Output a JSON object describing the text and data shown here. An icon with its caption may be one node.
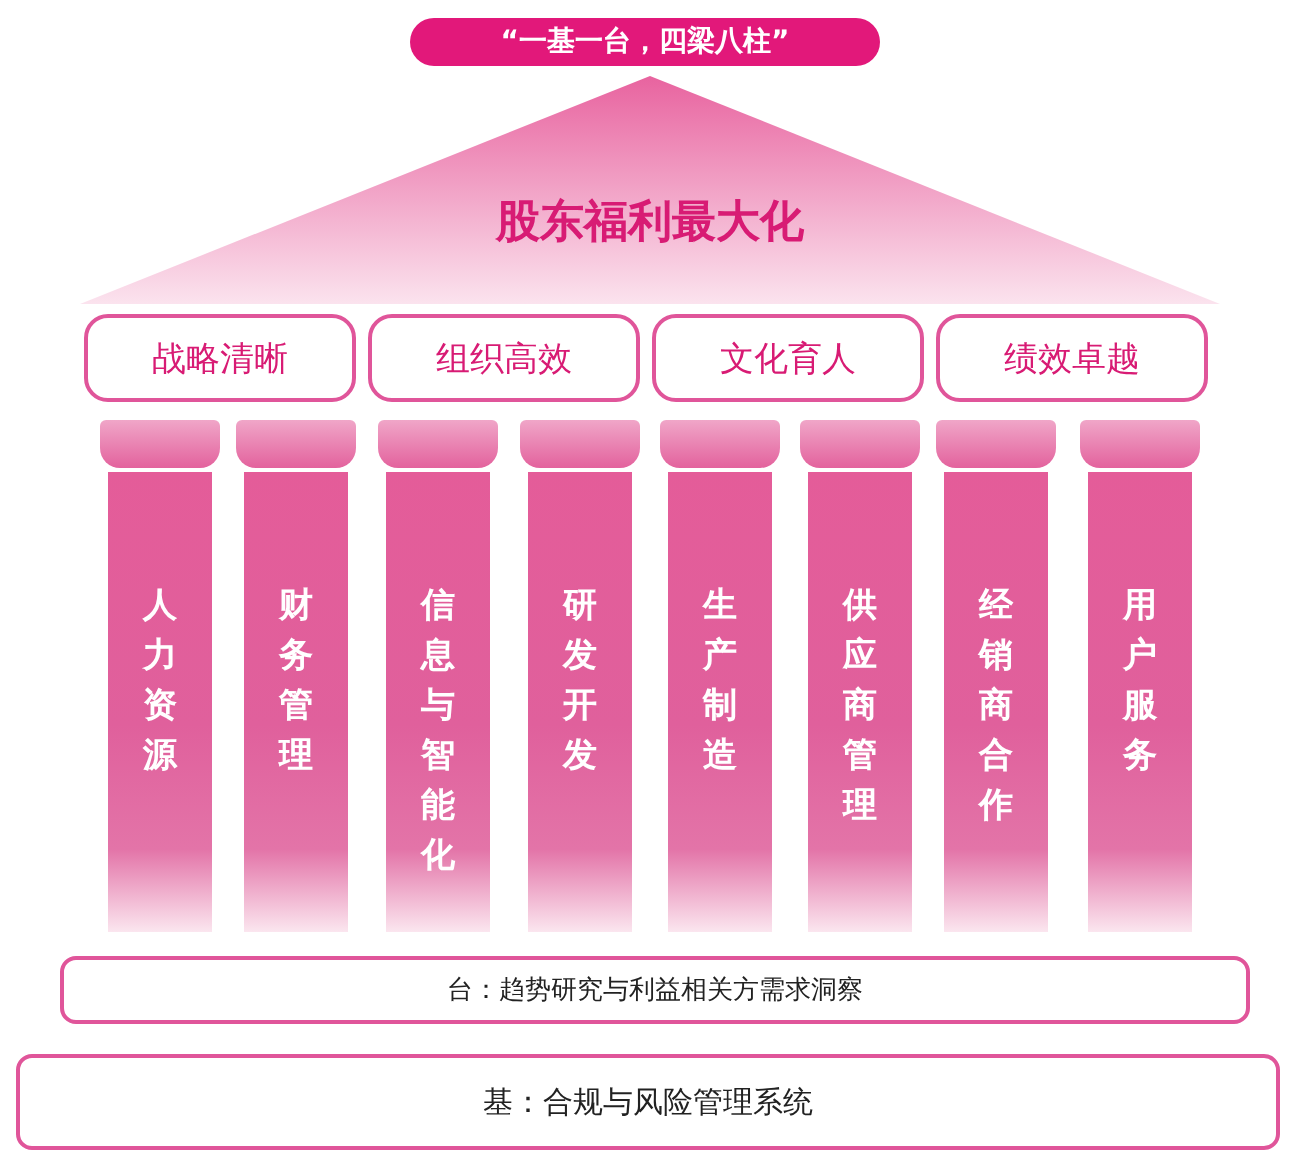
{
  "diagram": {
    "title": "“一基一台，四梁八柱”",
    "nodes": [
      {
        "text": [
          "股东福利最大化"
        ]
      },
      {
        "text": [
          "战略清晰"
        ]
      },
      {
        "text": [
          "组织高效"
        ]
      },
      {
        "text": [
          "文化育人"
        ]
      },
      {
        "text": [
          "绩效卓越"
        ]
      },
      {
        "text": [
          "人力资源"
        ]
      },
      {
        "text": [
          "财务管理"
        ]
      },
      {
        "text": [
          "信息与智能化"
        ]
      },
      {
        "text": [
          "研发开发"
        ]
      },
      {
        "text": [
          "生产制造"
        ]
      },
      {
        "text": [
          "供应商管理"
        ]
      },
      {
        "text": [
          "经销商合作"
        ]
      },
      {
        "text": [
          "用户服务"
        ]
      },
      {
        "text": [
          "台：趋势研究与利益相关方需求洞察"
        ]
      },
      {
        "text": [
          "基：合规与风险管理系统"
        ]
      }
    ],
    "edges": []
  }
}
